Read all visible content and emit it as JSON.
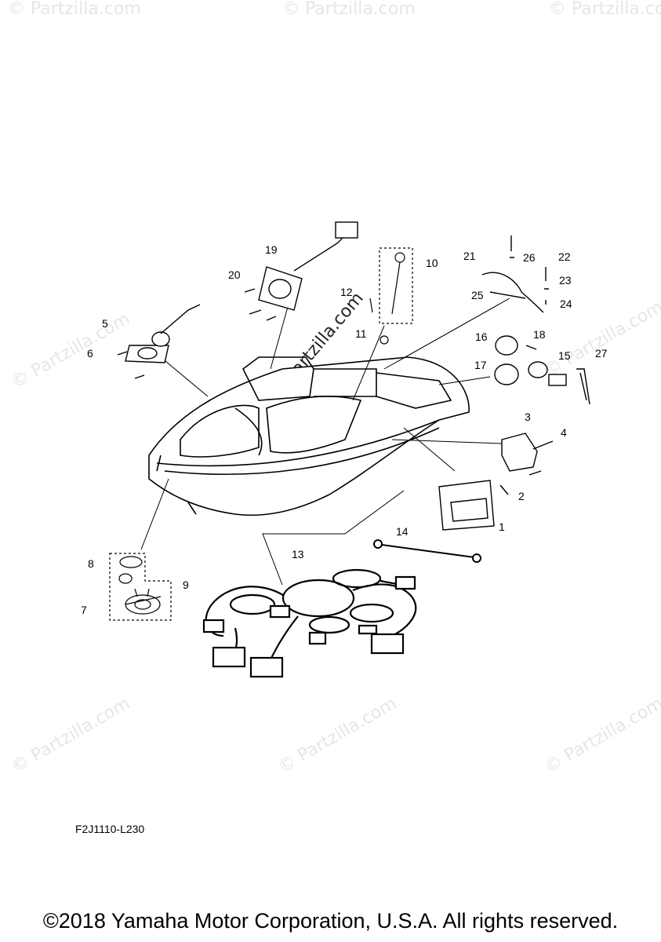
{
  "diagram_code": "F2J1110-L230",
  "copyright": "©2018 Yamaha Motor Corporation, U.S.A. All rights reserved.",
  "watermark_text": "© Partzilla.com",
  "parts": [
    {
      "label": "1"
    },
    {
      "label": "2"
    },
    {
      "label": "3"
    },
    {
      "label": "4"
    },
    {
      "label": "5"
    },
    {
      "label": "6"
    },
    {
      "label": "7"
    },
    {
      "label": "8"
    },
    {
      "label": "9"
    },
    {
      "label": "10"
    },
    {
      "label": "11"
    },
    {
      "label": "12"
    },
    {
      "label": "13"
    },
    {
      "label": "14"
    },
    {
      "label": "15"
    },
    {
      "label": "16"
    },
    {
      "label": "17"
    },
    {
      "label": "18"
    },
    {
      "label": "19"
    },
    {
      "label": "20"
    },
    {
      "label": "21"
    },
    {
      "label": "22"
    },
    {
      "label": "23"
    },
    {
      "label": "24"
    },
    {
      "label": "25"
    },
    {
      "label": "26"
    },
    {
      "label": "27"
    }
  ]
}
